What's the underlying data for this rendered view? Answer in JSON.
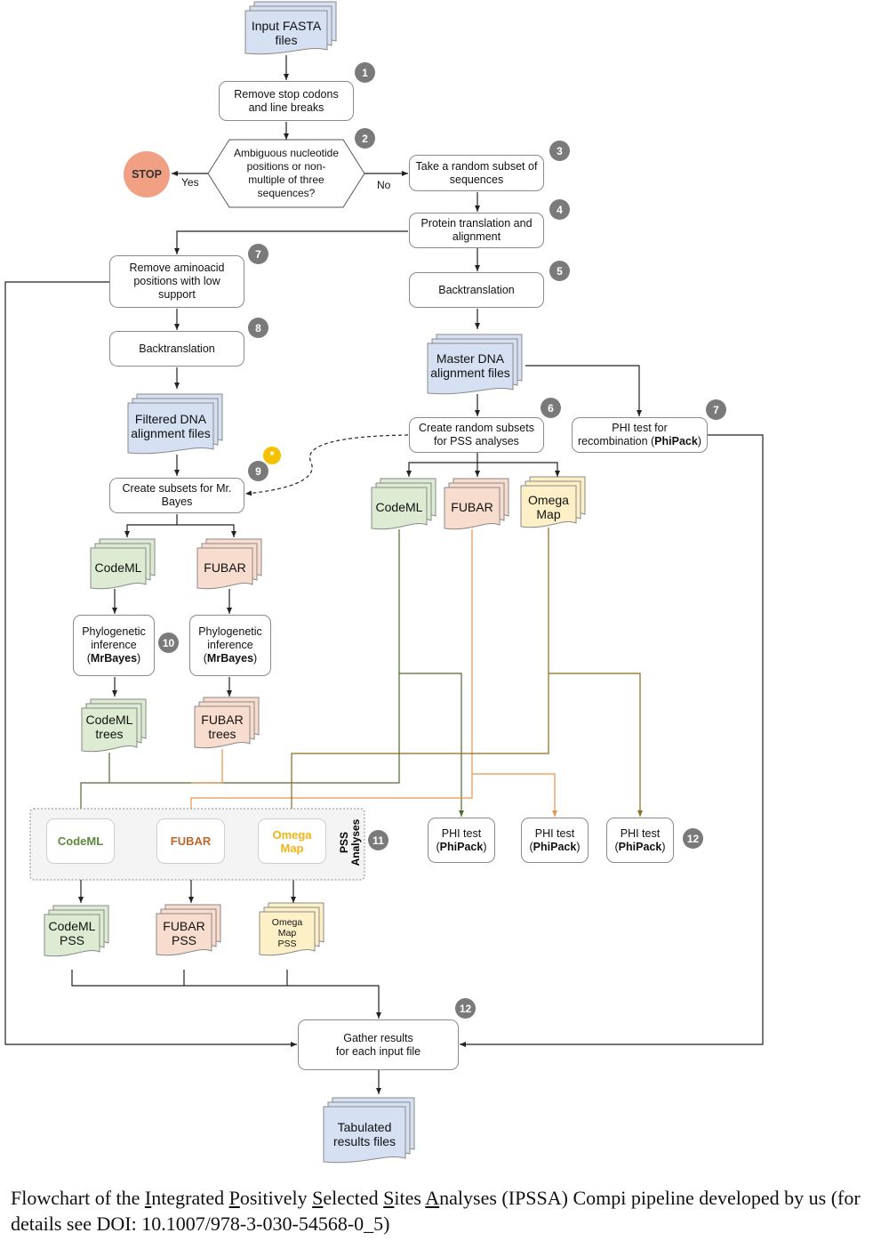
{
  "colors": {
    "blue_doc": "#d5e0f2",
    "green_doc": "#dcebd2",
    "orange_doc": "#f8dcce",
    "yellow_doc": "#fdf0c7",
    "stop_fill": "#f2a084",
    "badge": "#7a7a7a",
    "green_line": "#4f6b2e",
    "orange_line": "#e8934e",
    "olive_line": "#8a6a1e",
    "codeml_text": "#5a8a3a",
    "fubar_text": "#c0662a",
    "omega_text": "#f0b418",
    "star": "#f4c200"
  },
  "nodes": {
    "input_fasta": "Input FASTA\nfiles",
    "remove_stop": "Remove stop codons\nand line breaks",
    "ambiguous": "Ambiguous nucleotide\npositions or non-\nmultiple of three\nsequences?",
    "stop": "STOP",
    "yes": "Yes",
    "no": "No",
    "random_subset": "Take a random subset of\nsequences",
    "protein_translation": "Protein translation and\nalignment",
    "backtranslation_right": "Backtranslation",
    "master_dna": "Master DNA\nalignment files",
    "remove_aminoacid": "Remove aminoacid\npositions with low\nsupport",
    "backtranslation_left": "Backtranslation",
    "filtered_dna": "Filtered DNA\nalignment files",
    "create_random_pss": "Create random subsets\nfor PSS analyses",
    "phi_recomb_pre": "PHI test for\nrecombination (",
    "phi_recomb_bold": "PhiPack",
    "phi_recomb_post": ")",
    "create_mrbayes": "Create subsets for Mr.\nBayes",
    "codeml_doc_right": "CodeML",
    "fubar_doc_right": "FUBAR",
    "omega_doc_right": "Omega\nMap",
    "codeml_doc_left": "CodeML",
    "fubar_doc_left": "FUBAR",
    "phylo_pre": "Phylogenetic\ninference\n(",
    "phylo_bold": "MrBayes",
    "phylo_post": ")",
    "codeml_trees": "CodeML\ntrees",
    "fubar_trees": "FUBAR\ntrees",
    "pss_codeml": "CodeML",
    "pss_fubar": "FUBAR",
    "pss_omega": "Omega\nMap",
    "pss_analyses": "PSS\nAnalyses",
    "phi_pre": "PHI test\n(",
    "phi_bold": "PhiPack",
    "phi_post": ")",
    "codeml_pss": "CodeML\nPSS",
    "fubar_pss": "FUBAR\nPSS",
    "omega_pss": "Omega\nMap\nPSS",
    "gather": "Gather results\nfor each input file",
    "tabulated": "Tabulated\nresults files",
    "star": "*"
  },
  "badges": [
    "1",
    "2",
    "3",
    "4",
    "5",
    "6",
    "7",
    "7",
    "8",
    "9",
    "10",
    "11",
    "12",
    "12"
  ],
  "caption": {
    "p1": "Flowchart of the ",
    "I": "I",
    "i_rest": "ntegrated ",
    "P": "P",
    "p_rest": "ositively ",
    "S": "S",
    "s_rest": "elected ",
    "S2": "S",
    "s2_rest": "ites ",
    "A": "A",
    "a_rest": "nalyses (IPSSA) Compi pipeline developed by us (for details see DOI: 10.1007/978-3-030-54568-0_5)"
  }
}
